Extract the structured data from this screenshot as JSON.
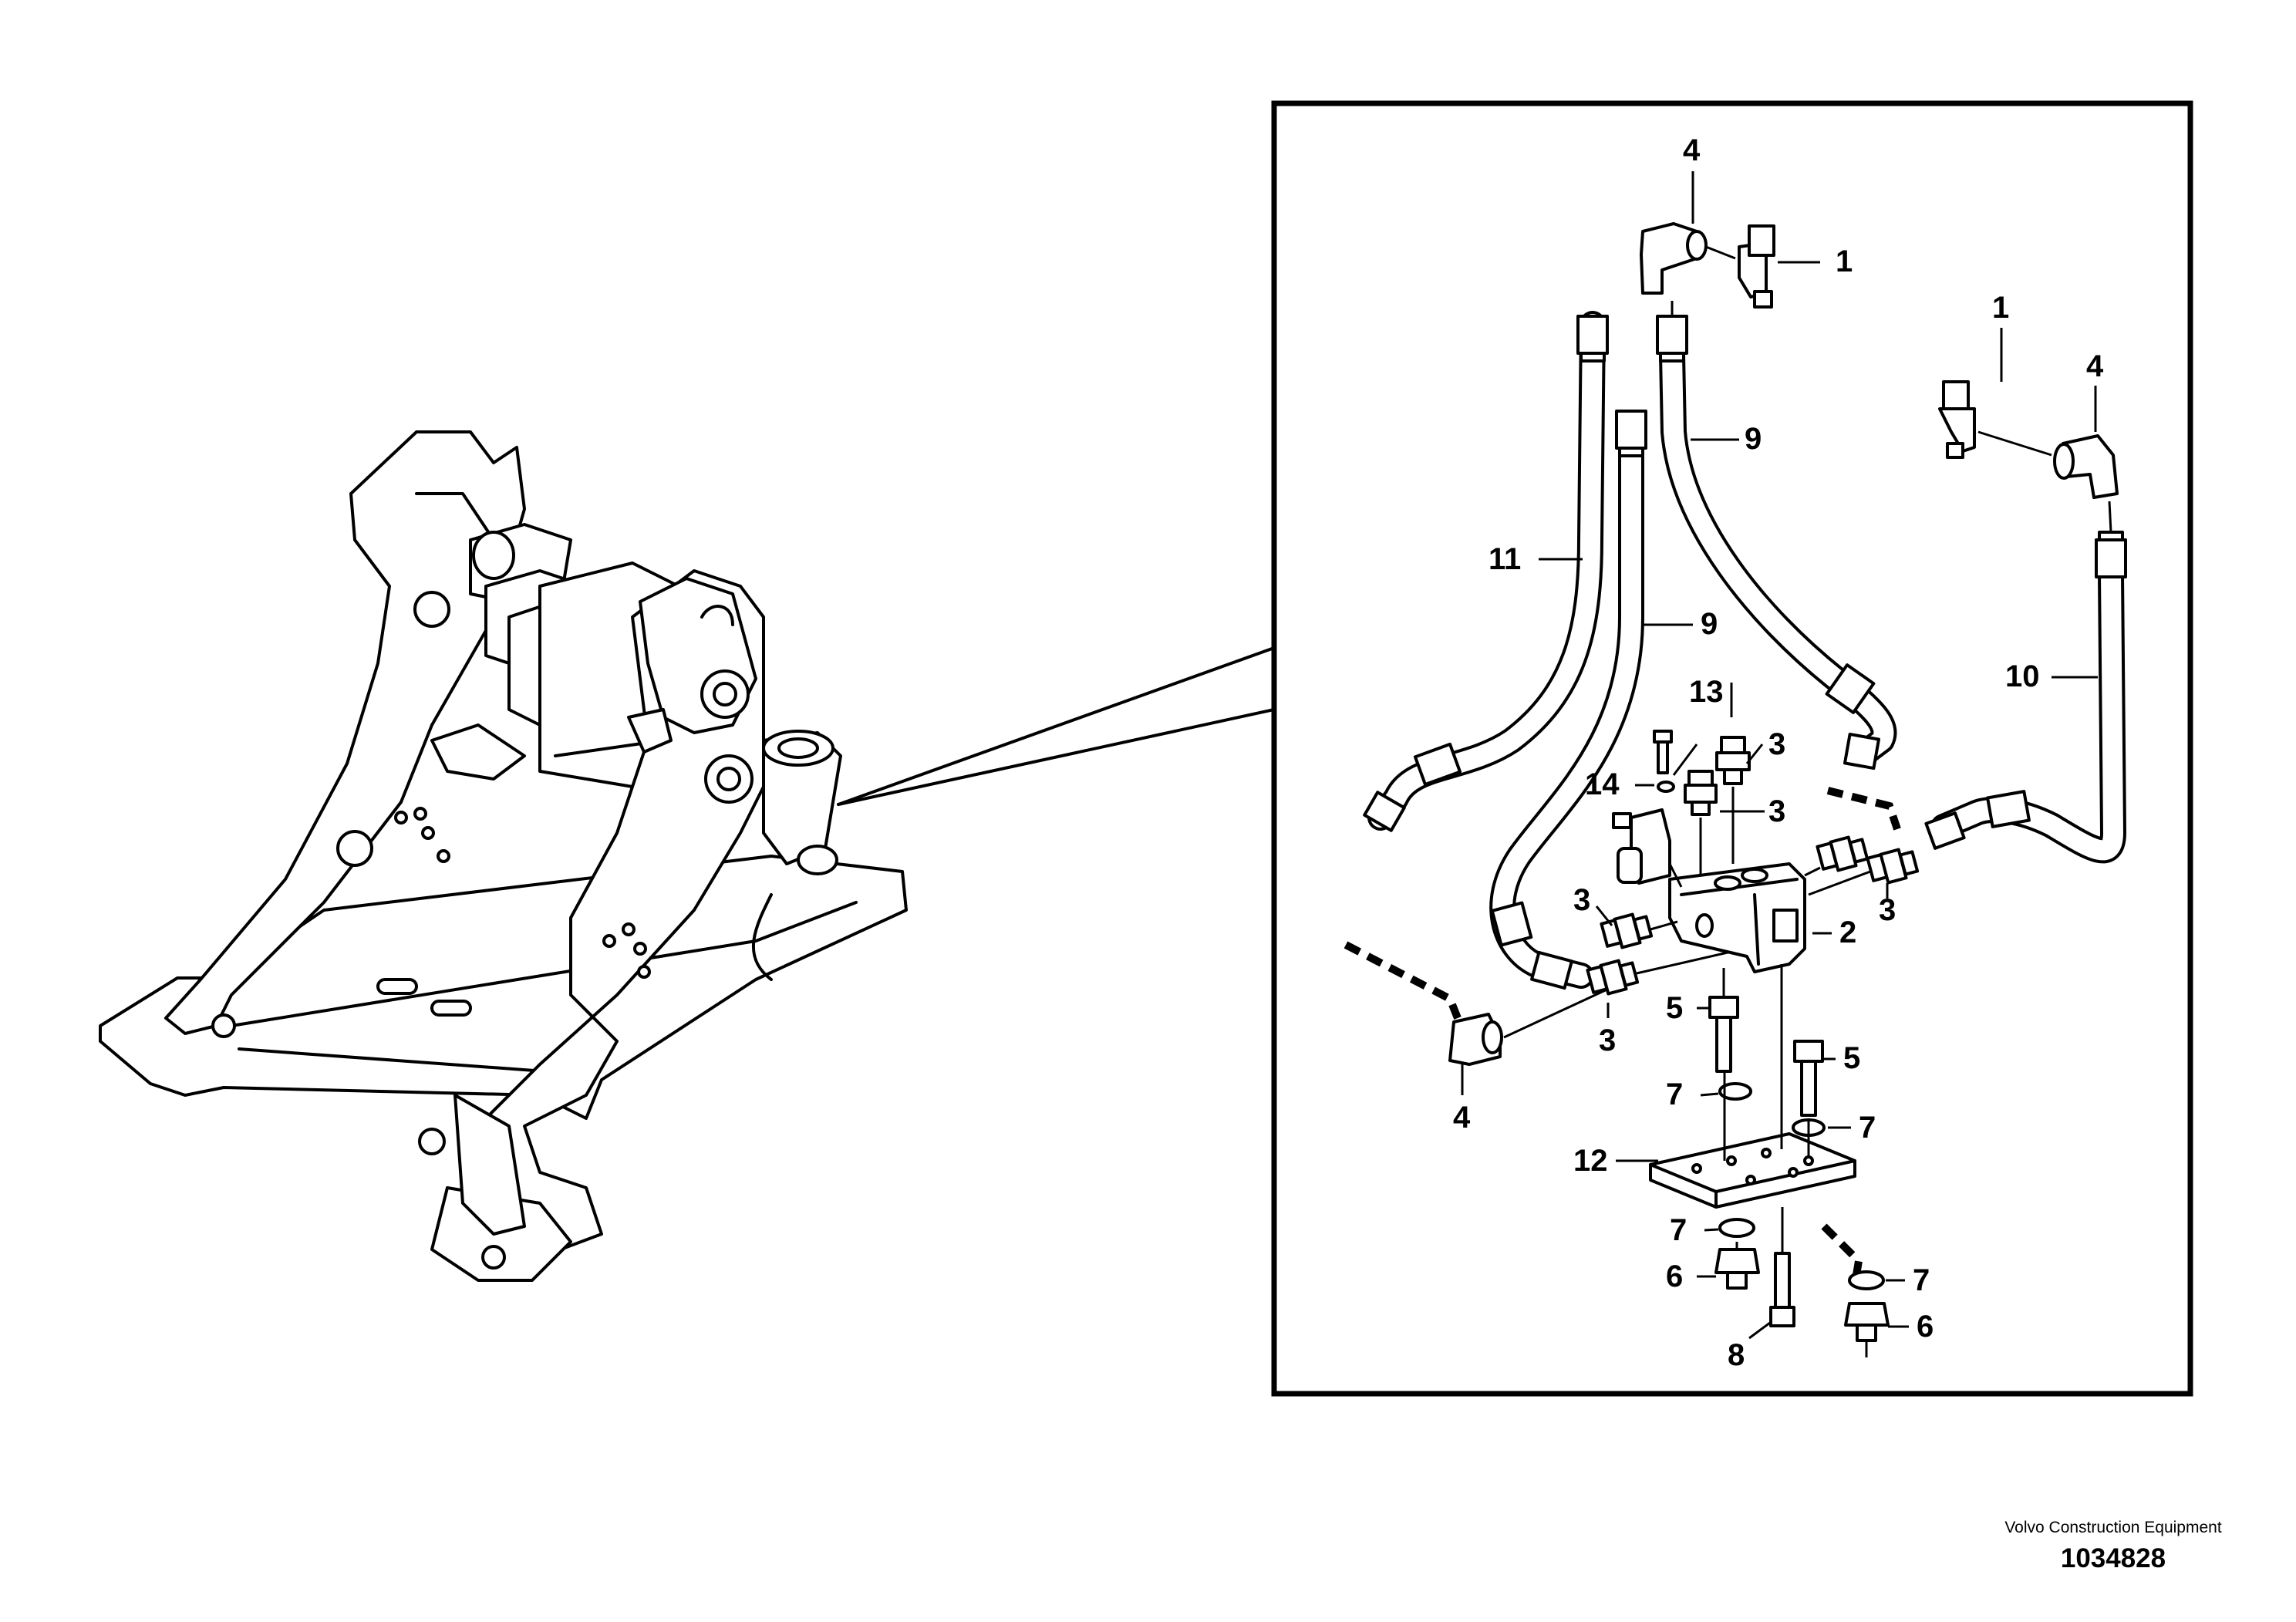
{
  "labels": {
    "c1a": "1",
    "c1b": "1",
    "c2": "2",
    "c3a": "3",
    "c3b": "3",
    "c3c": "3",
    "c3d": "3",
    "c3e": "3",
    "c4a": "4",
    "c4b": "4",
    "c4c": "4",
    "c5a": "5",
    "c5b": "5",
    "c6a": "6",
    "c6b": "6",
    "c7a": "7",
    "c7b": "7",
    "c7c": "7",
    "c7d": "7",
    "c8": "8",
    "c9a": "9",
    "c9b": "9",
    "c10": "10",
    "c11": "11",
    "c12": "12",
    "c13": "13",
    "c14": "14"
  },
  "caption": {
    "company": "Volvo Construction Equipment",
    "doc_number": "1034828"
  }
}
